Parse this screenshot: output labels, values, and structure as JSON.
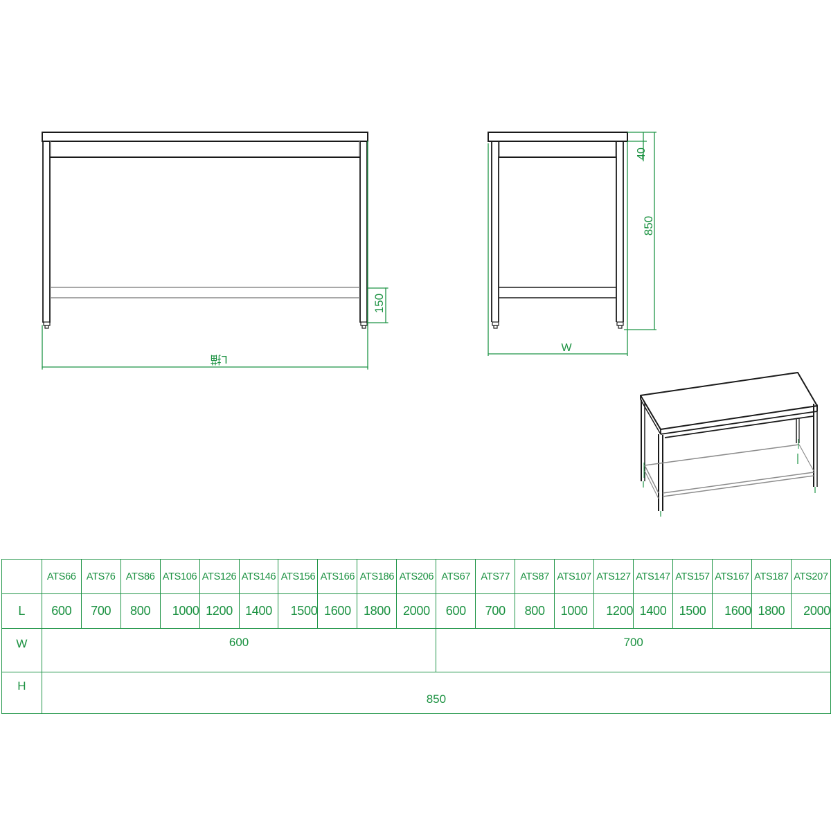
{
  "front_view": {
    "length_label": "L描",
    "lower_rail_height_label": "150"
  },
  "side_view": {
    "width_label": "W",
    "top_thickness_label": "40",
    "height_label": "850"
  },
  "spec_table": {
    "row_labels": {
      "L": "L",
      "W": "W",
      "H": "H"
    },
    "models": [
      "ATS66",
      "ATS76",
      "ATS86",
      "ATS106",
      "ATS126",
      "ATS146",
      "ATS156",
      "ATS166",
      "ATS186",
      "ATS206",
      "ATS67",
      "ATS77",
      "ATS87",
      "ATS107",
      "ATS127",
      "ATS147",
      "ATS157",
      "ATS167",
      "ATS187",
      "ATS207"
    ],
    "lengths": [
      "600",
      "700",
      "800",
      "1000",
      "1200",
      "1400",
      "1500",
      "1600",
      "1800",
      "2000",
      "600",
      "700",
      "800",
      "1000",
      "1200",
      "1400",
      "1500",
      "1600",
      "1800",
      "2000"
    ],
    "widths": {
      "group_1": "600",
      "group_2": "700"
    },
    "height": "850"
  },
  "colors": {
    "dimension_green": "#1a9140",
    "line_black": "#1a1a1a",
    "line_gray": "#8c8c8c"
  }
}
